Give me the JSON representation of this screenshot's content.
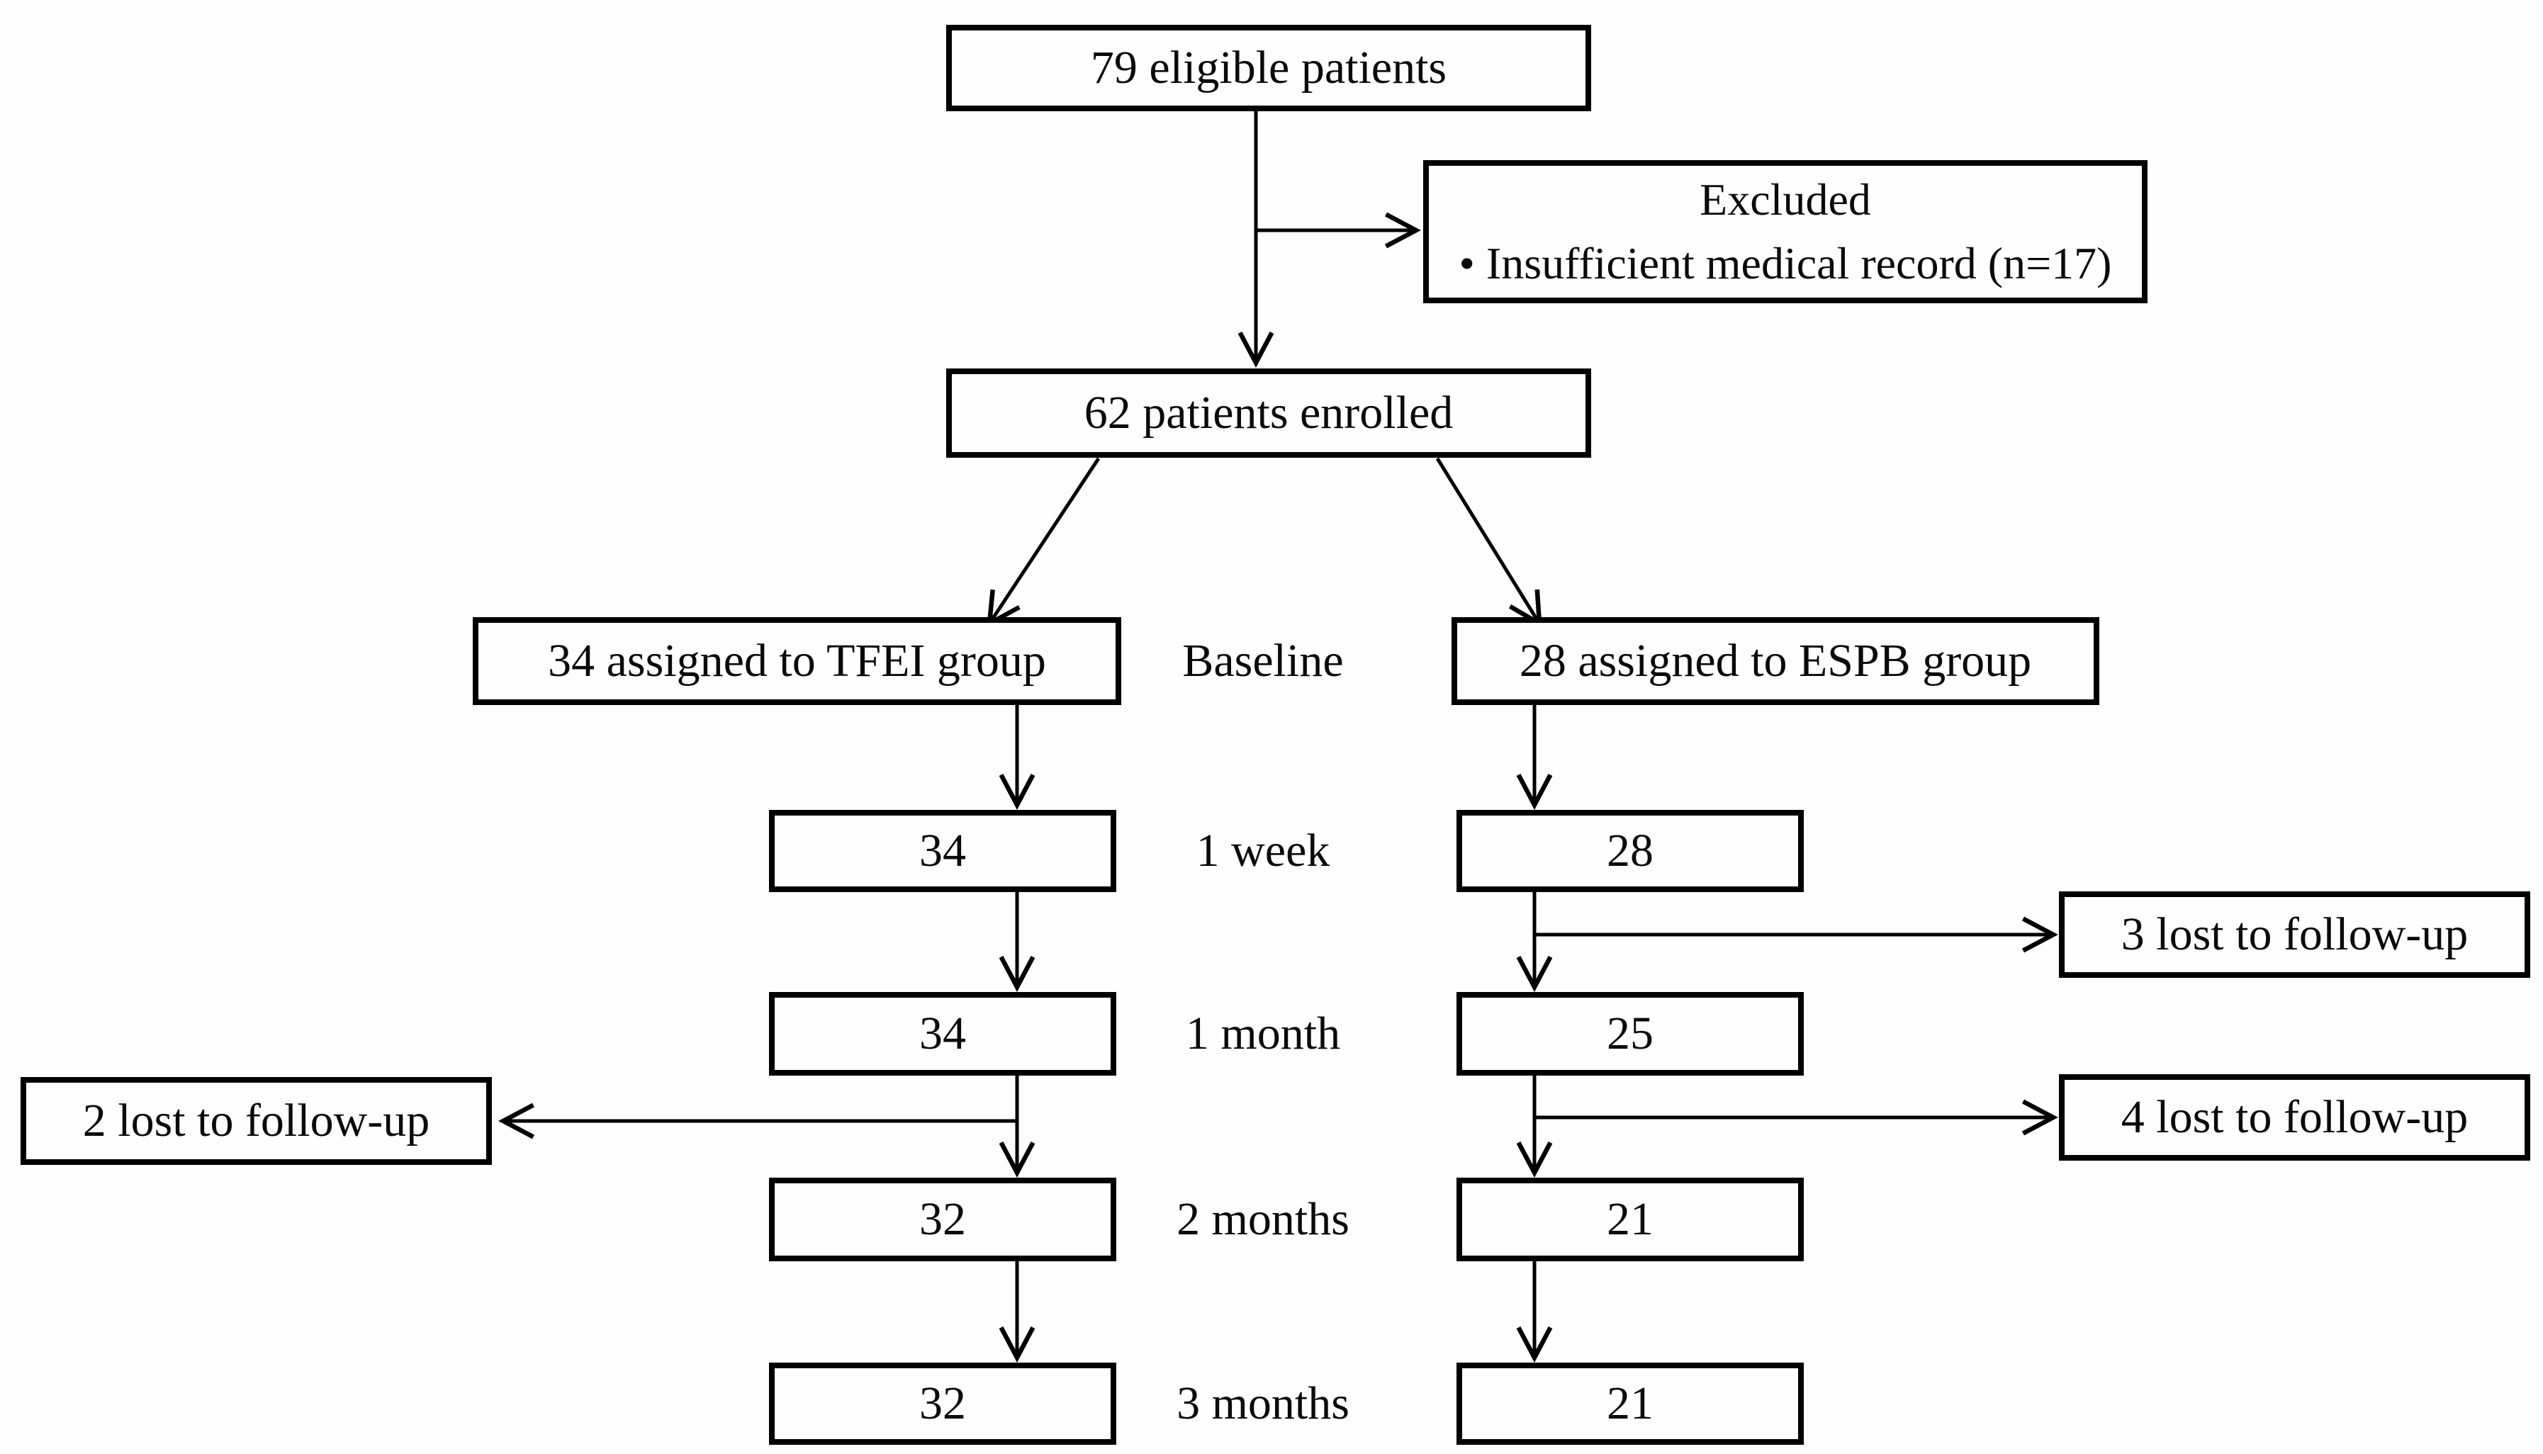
{
  "diagram": {
    "eligible": "79 eligible patients",
    "excluded_title": "Excluded",
    "excluded_bullet": "• Insufficient medical record (n=17)",
    "enrolled": "62 patients enrolled",
    "tfei_group": "34 assigned to TFEI group",
    "espb_group": "28 assigned to ESPB group",
    "timeline": [
      "Baseline",
      "1 week",
      "1 month",
      "2 months",
      "3 months"
    ],
    "tfei_counts": [
      "34",
      "34",
      "32",
      "32"
    ],
    "espb_counts": [
      "28",
      "25",
      "21",
      "21"
    ],
    "lost_right_1": "3 lost to follow-up",
    "lost_left_1": "2 lost to follow-up",
    "lost_right_2": "4 lost to follow-up",
    "line_color": "#000000",
    "background_color": "#fefefe"
  }
}
